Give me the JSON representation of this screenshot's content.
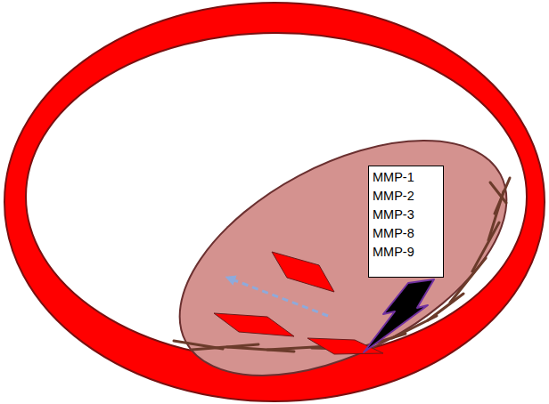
{
  "diagram": {
    "nodes": [
      {
        "text": [
          "MMP-1",
          "MMP-2",
          "MMP-3",
          "MMP-8",
          "MMP-9"
        ]
      }
    ]
  }
}
